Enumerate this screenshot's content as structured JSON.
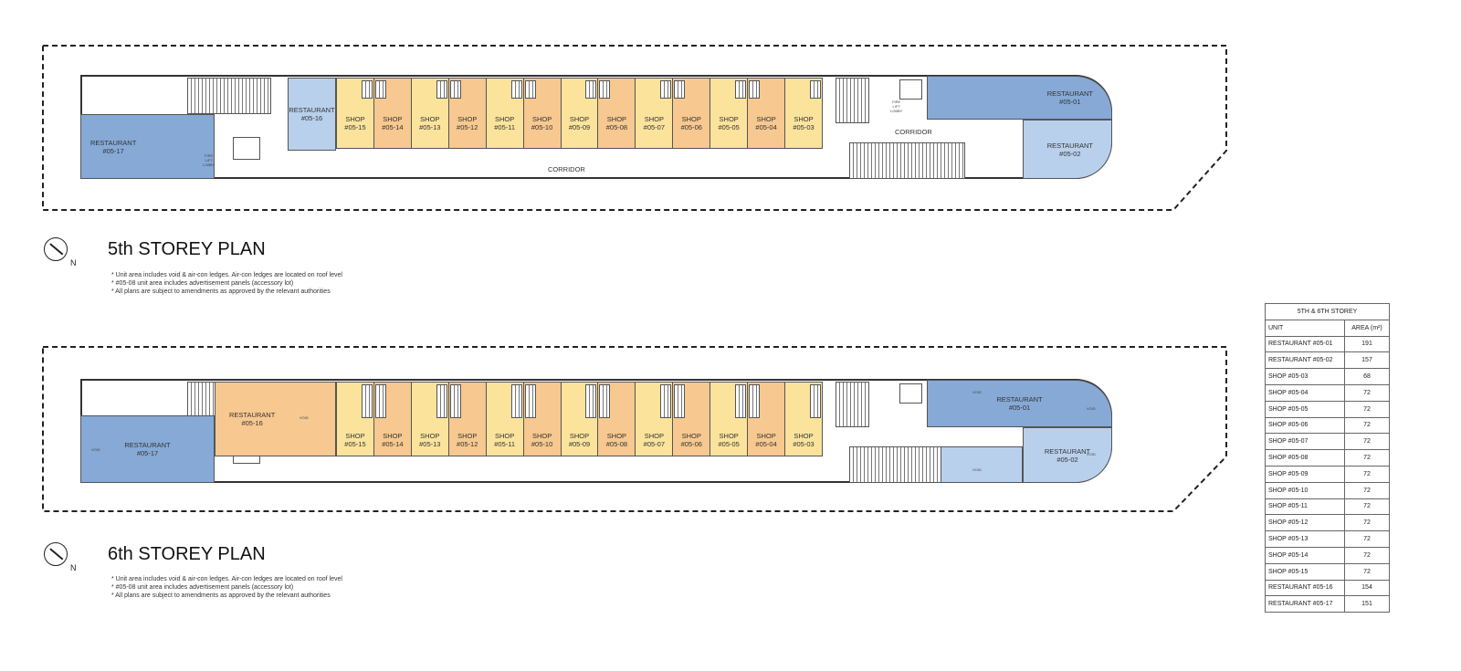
{
  "colors": {
    "shop_yellow": "#fbe39c",
    "shop_orange": "#f7c88f",
    "restaurant_blue": "#86a9d6",
    "restaurant_light_blue": "#b9d0ec",
    "restaurant_orange": "#f7c88f"
  },
  "plans": [
    {
      "title": "5th STOREY PLAN",
      "north": "N",
      "notes": [
        "* Unit area includes void & air-con ledges. Air-con ledges are located on roof level",
        "* #05-08 unit area includes advertisement panels (accessory lot)",
        "* All plans are subject to amendments as approved by the relevant authorities"
      ],
      "shops": [
        "SHOP\n#05-15",
        "SHOP\n#05-14",
        "SHOP\n#05-13",
        "SHOP\n#05-12",
        "SHOP\n#05-11",
        "SHOP\n#05-10",
        "SHOP\n#05-09",
        "SHOP\n#05-08",
        "SHOP\n#05-07",
        "SHOP\n#05-06",
        "SHOP\n#05-05",
        "SHOP\n#05-04",
        "SHOP\n#05-03"
      ],
      "restaurants": {
        "r16": "RESTAURANT\n#05-16",
        "r17": "RESTAURANT\n#05-17",
        "r01": "RESTAURANT\n#05-01",
        "r02": "RESTAURANT\n#05-02"
      },
      "corridor": "CORRIDOR",
      "corridor2": "CORRIDOR",
      "lobby": "FIRE\nLIFT\nLOBBY",
      "lobby2": "FIRE\nLIFT\nLOBBY"
    },
    {
      "title": "6th STOREY PLAN",
      "north": "N",
      "notes": [
        "* Unit area includes void & air-con ledges. Air-con ledges are located on roof level",
        "* #05-08 unit area includes advertisement panels (accessory lot)",
        "* All plans are subject to amendments as approved by the relevant authorities"
      ],
      "shops": [
        "SHOP\n#05-15",
        "SHOP\n#05-14",
        "SHOP\n#05-13",
        "SHOP\n#05-12",
        "SHOP\n#05-11",
        "SHOP\n#05-10",
        "SHOP\n#05-09",
        "SHOP\n#05-08",
        "SHOP\n#05-07",
        "SHOP\n#05-06",
        "SHOP\n#05-05",
        "SHOP\n#05-04",
        "SHOP\n#05-03"
      ],
      "restaurants": {
        "r16": "RESTAURANT\n#05-16",
        "r17": "RESTAURANT\n#05-17",
        "r01": "RESTAURANT\n#05-01",
        "r02": "RESTAURANT\n#05-02"
      },
      "void": "VOID"
    }
  ],
  "area_table": {
    "title": "5TH & 6TH STOREY",
    "headers": [
      "UNIT",
      "AREA (m²)"
    ],
    "rows": [
      [
        "RESTAURANT #05-01",
        "191"
      ],
      [
        "RESTAURANT #05-02",
        "157"
      ],
      [
        "SHOP #05-03",
        "68"
      ],
      [
        "SHOP #05-04",
        "72"
      ],
      [
        "SHOP #05-05",
        "72"
      ],
      [
        "SHOP #05-06",
        "72"
      ],
      [
        "SHOP #05-07",
        "72"
      ],
      [
        "SHOP #05-08",
        "72"
      ],
      [
        "SHOP #05-09",
        "72"
      ],
      [
        "SHOP #05-10",
        "72"
      ],
      [
        "SHOP #05-11",
        "72"
      ],
      [
        "SHOP #05-12",
        "72"
      ],
      [
        "SHOP #05-13",
        "72"
      ],
      [
        "SHOP #05-14",
        "72"
      ],
      [
        "SHOP #05-15",
        "72"
      ],
      [
        "RESTAURANT #05-16",
        "154"
      ],
      [
        "RESTAURANT #05-17",
        "151"
      ]
    ]
  }
}
